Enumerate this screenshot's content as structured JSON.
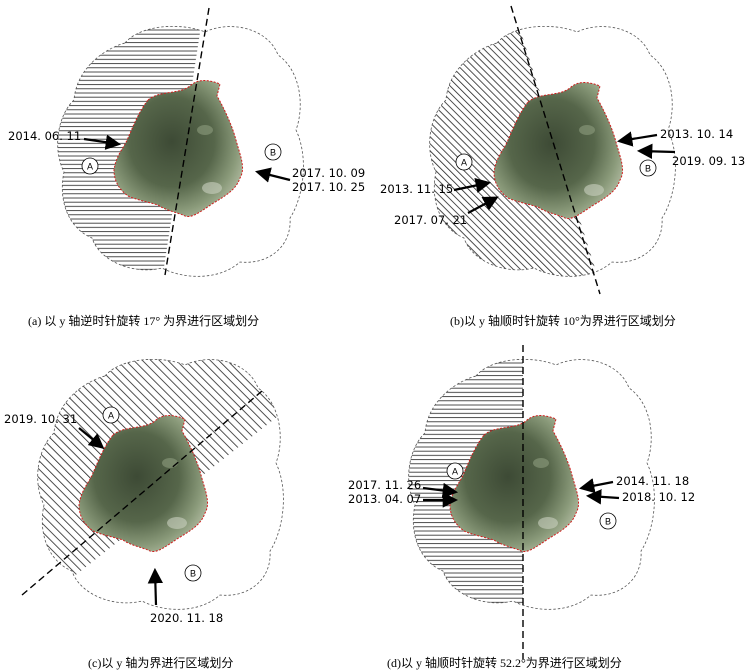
{
  "colors": {
    "vegetation": "#4f5e44",
    "boundary": "#d21e1e",
    "arrow": "#000000",
    "hatch": "#222222"
  },
  "panels": [
    {
      "caption": "(a)  以 y 轴逆时针旋转 17°  为界进行区域划分",
      "region_a": "A",
      "region_b": "B",
      "dates_left": [
        "2014. 06. 11"
      ],
      "dates_right": [
        "2017. 10. 09",
        "2017. 10. 25"
      ]
    },
    {
      "caption": "(b)以 y 轴顺时针旋转 10°为界进行区域划分",
      "region_a": "A",
      "region_b": "B",
      "dates_left": [
        "2013. 11. 15",
        "2017. 07. 21"
      ],
      "dates_right": [
        "2013. 10. 14",
        "2019. 09. 13"
      ]
    },
    {
      "caption": "(c)以 y 轴为界进行区域划分",
      "region_a": "A",
      "region_b": "B",
      "dates_left": [
        "2019. 10. 31"
      ],
      "dates_bottom": [
        "2020. 11. 18"
      ]
    },
    {
      "caption": "(d)以 y 轴顺时针旋转 52.2°为界进行区域划分",
      "region_a": "A",
      "region_b": "B",
      "dates_left": [
        "2017. 11. 26",
        "2013. 04. 07"
      ],
      "dates_right": [
        "2014. 11. 18",
        "2018. 10. 12"
      ]
    }
  ]
}
